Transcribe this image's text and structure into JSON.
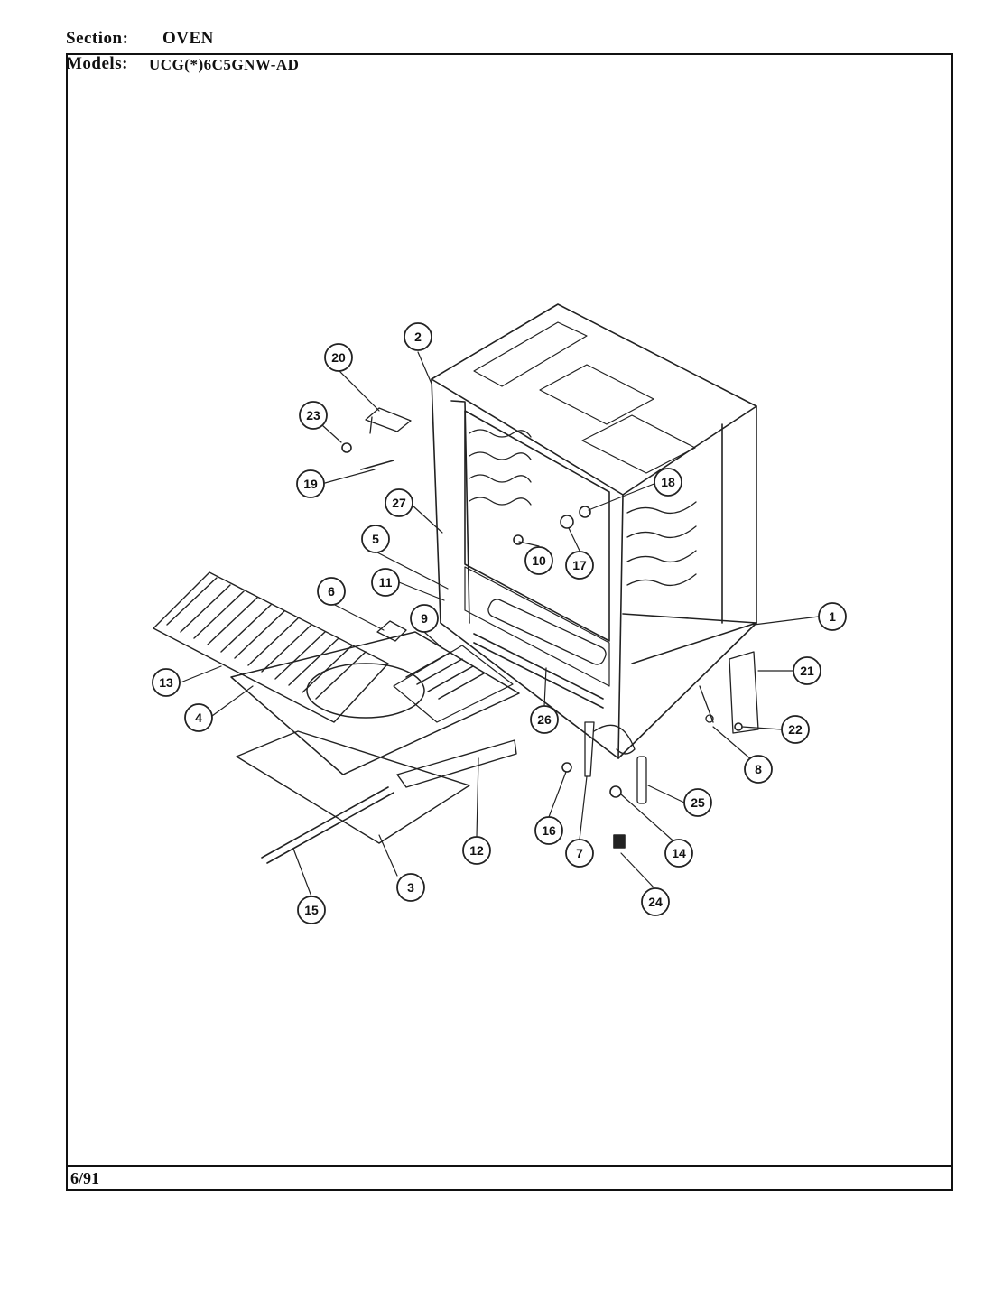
{
  "header": {
    "section_label": "Section:",
    "section_value": "OVEN",
    "models_label": "Models:",
    "models_value": "UCG(*)6C5GNW-AD"
  },
  "footer": {
    "date": "6/91"
  },
  "callouts": [
    "1",
    "2",
    "3",
    "4",
    "5",
    "6",
    "7",
    "8",
    "9",
    "10",
    "11",
    "12",
    "13",
    "14",
    "15",
    "16",
    "17",
    "18",
    "19",
    "20",
    "21",
    "22",
    "23",
    "24",
    "25",
    "26",
    "27"
  ]
}
